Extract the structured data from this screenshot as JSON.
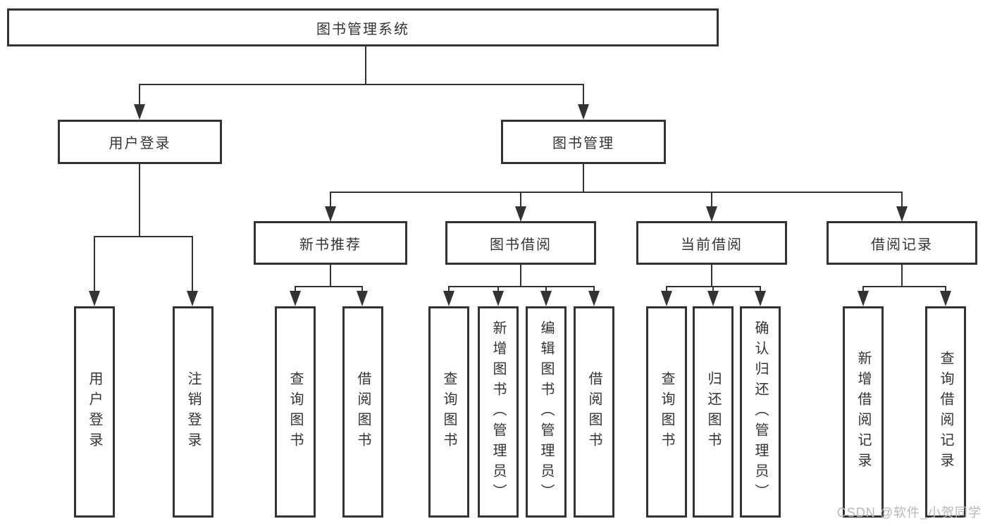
{
  "diagram": {
    "type": "tree",
    "root": {
      "label": "图书管理系统"
    },
    "modules": [
      {
        "label": "用户登录",
        "features": [
          {
            "label": "用户登录"
          },
          {
            "label": "注销登录"
          }
        ]
      },
      {
        "label": "图书管理",
        "submodules": [
          {
            "label": "新书推荐",
            "features": [
              {
                "label": "查询图书"
              },
              {
                "label": "借阅图书"
              }
            ]
          },
          {
            "label": "图书借阅",
            "features": [
              {
                "label": "查询图书"
              },
              {
                "label": "新增图书（管理员）"
              },
              {
                "label": "编辑图书（管理员）"
              },
              {
                "label": "借阅图书"
              }
            ]
          },
          {
            "label": "当前借阅",
            "features": [
              {
                "label": "查询图书"
              },
              {
                "label": "归还图书"
              },
              {
                "label": "确认归还（管理员）"
              }
            ]
          },
          {
            "label": "借阅记录",
            "features": [
              {
                "label": "新增借阅记录"
              },
              {
                "label": "查询借阅记录"
              }
            ]
          }
        ]
      }
    ]
  },
  "watermark": {
    "text": "CSDN @软件_小贺同学"
  },
  "colors": {
    "line": "#333333",
    "text": "#333333",
    "box_background": "#ffffff",
    "page_background": "#ffffff",
    "watermark": "#b8b8b8"
  }
}
